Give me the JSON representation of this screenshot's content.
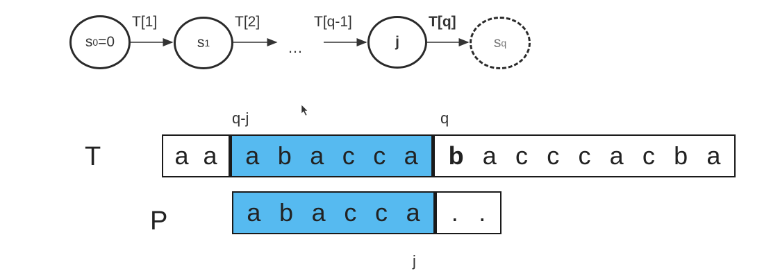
{
  "automaton": {
    "states": [
      {
        "base": "s",
        "sub": "0",
        "suffix": "=0"
      },
      {
        "base": "s",
        "sub": "1",
        "suffix": ""
      },
      {
        "base": "j",
        "sub": "",
        "suffix": ""
      },
      {
        "base": "s",
        "sub": "q",
        "suffix": ""
      }
    ],
    "edges": [
      "T[1]",
      "T[2]",
      "T[q-1]",
      "T[q]"
    ],
    "ellipsis": "…"
  },
  "text_row": {
    "label": "T",
    "marker_left": "q-j",
    "marker_right": "q",
    "prefix": [
      "a",
      "a"
    ],
    "matched": [
      "a",
      "b",
      "a",
      "c",
      "c",
      "a"
    ],
    "suffix": [
      "b",
      "a",
      "c",
      "c",
      "c",
      "a",
      "c",
      "b",
      "a"
    ]
  },
  "pattern_row": {
    "label": "P",
    "matched": [
      "a",
      "b",
      "a",
      "c",
      "c",
      "a"
    ],
    "rest": [
      ".",
      "."
    ],
    "marker": "j"
  },
  "colors": {
    "highlight": "#56baf0",
    "border": "#1a1a1a"
  }
}
